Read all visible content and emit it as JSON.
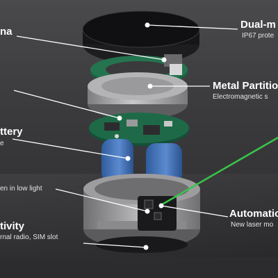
{
  "callouts": {
    "dual_module": {
      "title": "Dual-m",
      "subtitle": "IP67 prote"
    },
    "antenna": {
      "title": "na"
    },
    "metal_partition": {
      "title": "Metal Partitio",
      "subtitle": "Electromagnetic s"
    },
    "board": {
      "title": ""
    },
    "battery": {
      "title": "ttery",
      "subtitle": "e"
    },
    "low_light": {
      "subtitle": "en in low light"
    },
    "automation": {
      "title": "Automatio",
      "subtitle": "New laser mo"
    },
    "connectivity": {
      "title": "tivity",
      "subtitle": "rnal radio, SIM slot"
    }
  },
  "colors": {
    "background": "#3a3a3c",
    "laser": "#38c64a",
    "circuit_board": "#1e6a48",
    "battery": "#3d6fb4",
    "housing": "#a8a8aa",
    "callout_dot": "#ffffff"
  },
  "icons": [
    "laser-beam",
    "callout-dot"
  ]
}
